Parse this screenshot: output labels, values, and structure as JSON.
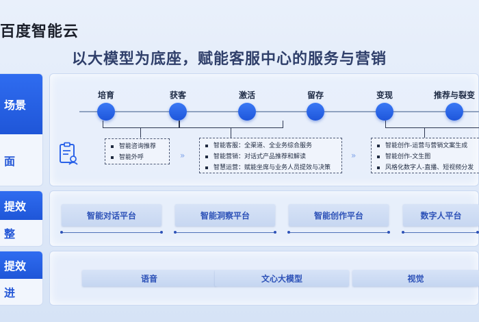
{
  "brand": "百度智能云",
  "title": "以大模型为底座，赋能客服中心的服务与营销",
  "sidebar": [
    {
      "top": "场景",
      "bottom": "面"
    },
    {
      "top": "提效",
      "bottom": "整"
    },
    {
      "top": "提效",
      "bottom": "进"
    }
  ],
  "stages": [
    "培育",
    "获客",
    "激活",
    "留存",
    "变现",
    "推荐与裂变"
  ],
  "groups": [
    {
      "items": [
        "智能咨询推荐",
        "智能外呼"
      ]
    },
    {
      "items": [
        "智能客服：全渠道、全业务综合服务",
        "智能营销：对话式产品推荐和解读",
        "智慧运营：赋能坐席与业务人员提效与决策"
      ]
    },
    {
      "items": [
        "智能创作-运营与营销文案生成",
        "智能创作-文生图",
        "风格化数字人-直播、短视频分发"
      ]
    }
  ],
  "arrows": "»",
  "platforms": [
    "智能对话平台",
    "智能洞察平台",
    "智能创作平台",
    "数字人平台"
  ],
  "foundation": [
    "语音",
    "文心大模型",
    "视觉"
  ],
  "colors": {
    "accent": "#2a62e8",
    "title": "#2f3f6a",
    "card_text": "#2d52b8"
  },
  "icons": {
    "doc": "clipboard-person-icon"
  }
}
